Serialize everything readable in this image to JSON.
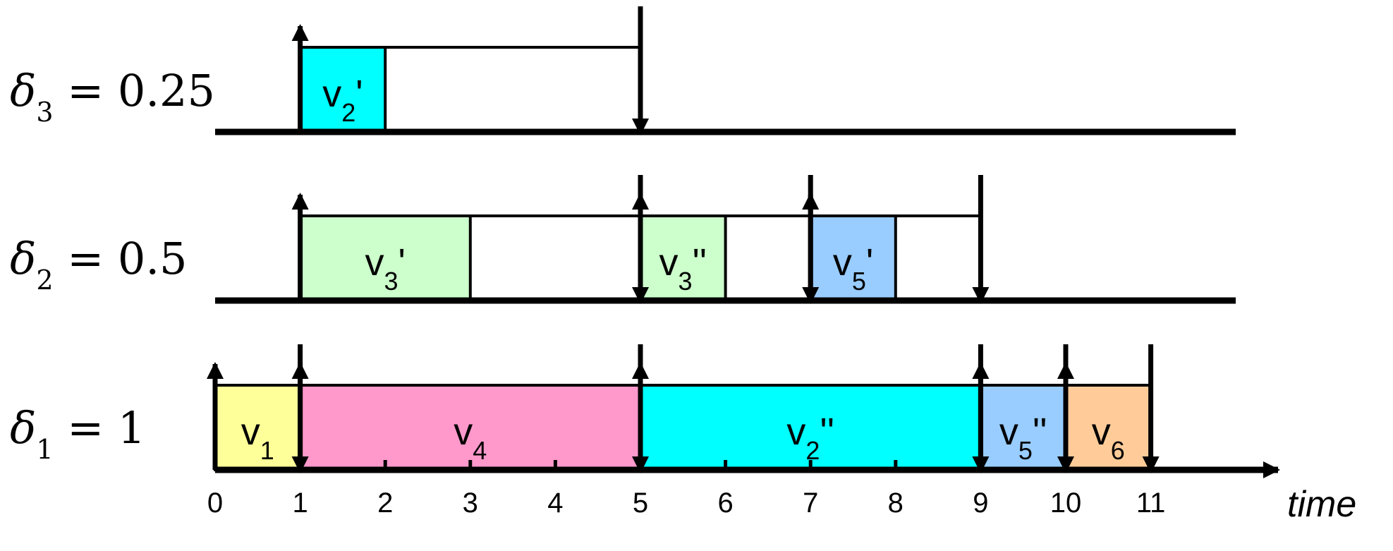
{
  "rows": [
    {
      "key": "d3",
      "label_symbol": "δ",
      "label_sub": "3",
      "label_value": "= 0.25",
      "boxes": [
        {
          "start": 1,
          "end": 2,
          "color": "#00FFFF",
          "label_main": "v",
          "label_sub": "2",
          "label_prime": "'"
        }
      ],
      "up_arrows": [
        1
      ],
      "down_arrows": [
        5
      ],
      "top_span": [
        1,
        5
      ]
    },
    {
      "key": "d2",
      "label_symbol": "δ",
      "label_sub": "2",
      "label_value": "= 0.5",
      "boxes": [
        {
          "start": 1,
          "end": 3,
          "color": "#CCFFCC",
          "label_main": "v",
          "label_sub": "3",
          "label_prime": "'"
        },
        {
          "start": 5,
          "end": 6,
          "color": "#CCFFCC",
          "label_main": "v",
          "label_sub": "3",
          "label_prime": "''"
        },
        {
          "start": 7,
          "end": 8,
          "color": "#99CCFF",
          "label_main": "v",
          "label_sub": "5",
          "label_prime": "'"
        }
      ],
      "up_arrows": [
        1,
        5,
        7
      ],
      "down_arrows": [
        5,
        7,
        9
      ],
      "top_span": [
        1,
        9
      ]
    },
    {
      "key": "d1",
      "label_symbol": "δ",
      "label_sub": "1",
      "label_value": "= 1",
      "boxes": [
        {
          "start": 0,
          "end": 1,
          "color": "#FFFF99",
          "label_main": "v",
          "label_sub": "1",
          "label_prime": ""
        },
        {
          "start": 1,
          "end": 5,
          "color": "#FF99CC",
          "label_main": "v",
          "label_sub": "4",
          "label_prime": ""
        },
        {
          "start": 5,
          "end": 9,
          "color": "#00FFFF",
          "label_main": "v",
          "label_sub": "2",
          "label_prime": "''"
        },
        {
          "start": 9,
          "end": 10,
          "color": "#99CCFF",
          "label_main": "v",
          "label_sub": "5",
          "label_prime": "''"
        },
        {
          "start": 10,
          "end": 11,
          "color": "#FFCC99",
          "label_main": "v",
          "label_sub": "6",
          "label_prime": ""
        }
      ],
      "up_arrows": [
        0,
        1,
        5,
        9,
        10
      ],
      "down_arrows": [
        1,
        5,
        9,
        10,
        11
      ],
      "top_span": [
        0,
        11
      ]
    }
  ],
  "time_axis": {
    "ticks": [
      "0",
      "1",
      "2",
      "3",
      "4",
      "5",
      "6",
      "7",
      "8",
      "9",
      "10",
      "11"
    ],
    "label": "time"
  }
}
